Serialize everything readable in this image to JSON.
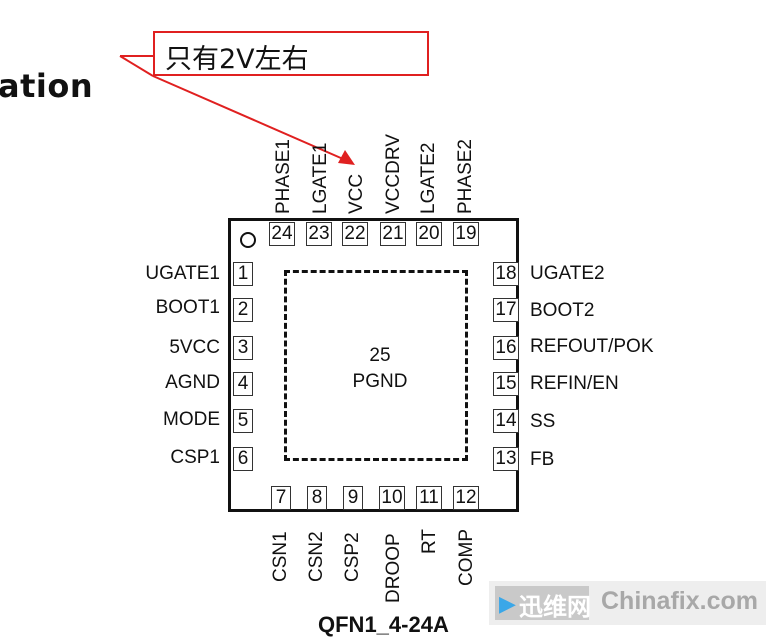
{
  "heading": "ation",
  "callout": {
    "text": "只有2V左右",
    "color": "#e02020"
  },
  "center_pad": {
    "number": "25",
    "name": "PGND"
  },
  "pins_left": [
    {
      "num": "1",
      "name": "UGATE1"
    },
    {
      "num": "2",
      "name": "BOOT1"
    },
    {
      "num": "3",
      "name": "5VCC"
    },
    {
      "num": "4",
      "name": "AGND"
    },
    {
      "num": "5",
      "name": "MODE"
    },
    {
      "num": "6",
      "name": "CSP1"
    }
  ],
  "pins_right": [
    {
      "num": "18",
      "name": "UGATE2"
    },
    {
      "num": "17",
      "name": "BOOT2"
    },
    {
      "num": "16",
      "name": "REFOUT/POK"
    },
    {
      "num": "15",
      "name": "REFIN/EN"
    },
    {
      "num": "14",
      "name": "SS"
    },
    {
      "num": "13",
      "name": "FB"
    }
  ],
  "pins_top": [
    {
      "num": "24",
      "name": "PHASE1"
    },
    {
      "num": "23",
      "name": "LGATE1"
    },
    {
      "num": "22",
      "name": "VCC"
    },
    {
      "num": "21",
      "name": "VCCDRV"
    },
    {
      "num": "20",
      "name": "LGATE2"
    },
    {
      "num": "19",
      "name": "PHASE2"
    }
  ],
  "pins_bottom": [
    {
      "num": "7",
      "name": "CSN1"
    },
    {
      "num": "8",
      "name": "CSN2"
    },
    {
      "num": "9",
      "name": "CSP2"
    },
    {
      "num": "10",
      "name": "DROOP"
    },
    {
      "num": "11",
      "name": "RT"
    },
    {
      "num": "12",
      "name": "COMP"
    }
  ],
  "package_label": "QFN1_4-24A",
  "watermark": {
    "cn": "迅维网",
    "en": "Chinafix.com",
    "arrow_color": "#3aa7e8"
  }
}
